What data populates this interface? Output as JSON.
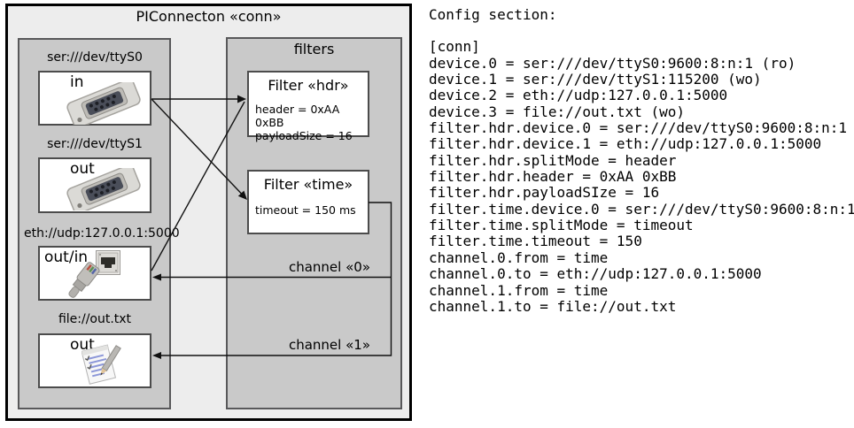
{
  "colors": {
    "frame_bg": "#ededed",
    "panel_bg": "#c9c9c9",
    "box_bg": "#ffffff",
    "frame_border": "#000000",
    "panel_border": "#58585a",
    "line_color": "#111111"
  },
  "diagram": {
    "title": "PIConnecton «conn»",
    "filters_panel_title": "filters",
    "devices": [
      {
        "label": "ser:///dev/ttyS0",
        "port": "in",
        "icon": "serial-connector-icon"
      },
      {
        "label": "ser:///dev/ttyS1",
        "port": "out",
        "icon": "serial-connector-icon"
      },
      {
        "label": "eth://udp:127.0.0.1:5000",
        "port": "out/in",
        "icon": "ethernet-icon"
      },
      {
        "label": "file://out.txt",
        "port": "out",
        "icon": "notepad-icon"
      }
    ],
    "filters": [
      {
        "title": "Filter «hdr»",
        "params": [
          "header = 0xAA 0xBB",
          "payloadSize = 16"
        ]
      },
      {
        "title": "Filter «time»",
        "params": [
          "timeout = 150 ms"
        ]
      }
    ],
    "channels": [
      {
        "label": "channel «0»"
      },
      {
        "label": "channel «1»"
      }
    ]
  },
  "config": {
    "heading": "Config section:",
    "lines": [
      "[conn]",
      "device.0 = ser:///dev/ttyS0:9600:8:n:1 (ro)",
      "device.1 = ser:///dev/ttyS1:115200 (wo)",
      "device.2 = eth://udp:127.0.0.1:5000",
      "device.3 = file://out.txt (wo)",
      "filter.hdr.device.0 = ser:///dev/ttyS0:9600:8:n:1",
      "filter.hdr.device.1 = eth://udp:127.0.0.1:5000",
      "filter.hdr.splitMode = header",
      "filter.hdr.header = 0xAA 0xBB",
      "filter.hdr.payloadSIze = 16",
      "filter.time.device.0 = ser:///dev/ttyS0:9600:8:n:1",
      "filter.time.splitMode = timeout",
      "filter.time.timeout = 150",
      "channel.0.from = time",
      "channel.0.to = eth://udp:127.0.0.1:5000",
      "channel.1.from = time",
      "channel.1.to = file://out.txt"
    ]
  }
}
